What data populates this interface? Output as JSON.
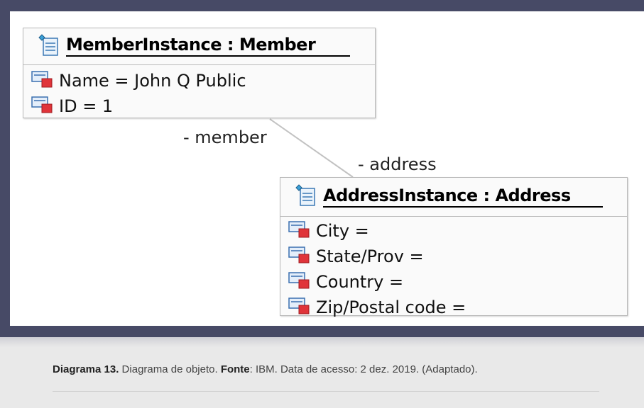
{
  "diagram": {
    "member_box": {
      "title": "MemberInstance : Member",
      "attributes": [
        "Name = John Q Public",
        "ID = 1"
      ]
    },
    "address_box": {
      "title": "AddressInstance : Address",
      "attributes": [
        "City =",
        "State/Prov =",
        "Country =",
        "Zip/Postal code ="
      ]
    },
    "roles": {
      "member": "- member",
      "address": "- address"
    }
  },
  "caption": {
    "label": "Diagrama 13.",
    "description": " Diagrama de objeto. ",
    "source_label": "Fonte",
    "source_text": ": IBM. Data de acesso: 2 dez. 2019. (Adaptado)."
  },
  "icons": {
    "class_instance": "class-instance-icon",
    "attribute": "attribute-icon"
  }
}
